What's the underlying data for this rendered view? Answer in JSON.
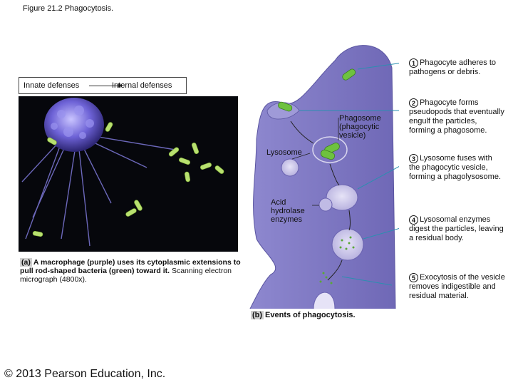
{
  "figure_title": "Figure 21.2  Phagocytosis.",
  "flow": {
    "from": "Innate defenses",
    "to": "Internal defenses"
  },
  "caption_a": {
    "tag": "(a)",
    "bold_text": "A macrophage (purple) uses its cytoplasmic extensions to pull rod-shaped bacteria (green) toward it.",
    "normal_text": "Scanning electron micrograph (4800x)."
  },
  "caption_b": {
    "tag": "(b)",
    "text": "Events of phagocytosis."
  },
  "labels": {
    "phagosome": "Phagosome (phagocytic vesicle)",
    "lysosome": "Lysosome",
    "acid": "Acid hydrolase enzymes"
  },
  "steps": [
    {
      "num": "1",
      "text": "Phagocyte adheres to pathogens or debris."
    },
    {
      "num": "2",
      "text": "Phagocyte forms pseudopods that eventually engulf the particles, forming a phagosome."
    },
    {
      "num": "3",
      "text": "Lysosome fuses with the phagocytic vesicle, forming a phagolysosome."
    },
    {
      "num": "4",
      "text": "Lysosomal enzymes digest the particles, leaving a residual body."
    },
    {
      "num": "5",
      "text": "Exocytosis of the vesicle removes indigestible and residual material."
    }
  ],
  "copyright": "© 2013 Pearson Education, Inc.",
  "colors": {
    "cell": "#8d86c9",
    "bacteria": "#5db33b",
    "micro_bg": "#06070c",
    "leader": "#2a8fb0"
  }
}
